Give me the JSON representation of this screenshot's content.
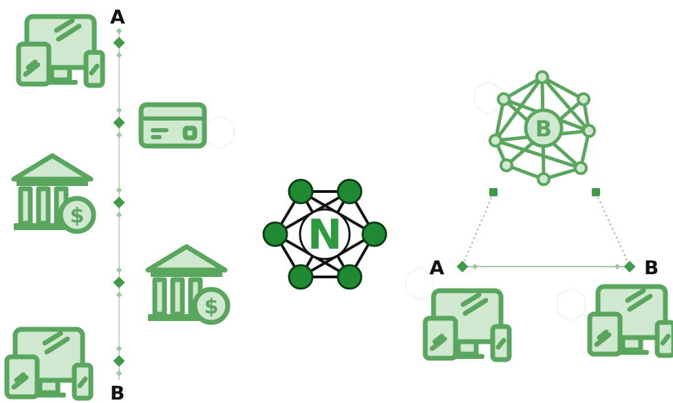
{
  "labels": {
    "left_top": "A",
    "left_bottom": "B",
    "right_a": "A",
    "right_b": "B",
    "center_node": "N",
    "btc_symbol": "B"
  },
  "colors": {
    "icon_green": "#5aa65f",
    "icon_light": "#cfe8cf",
    "node_green": "#1f8a32",
    "line_gray": "#a9c7aa"
  },
  "icons": {
    "devices": "devices-icon",
    "card": "credit-card-icon",
    "bank": "bank-dollar-icon",
    "network": "nano-network-icon",
    "blockchain": "bitcoin-network-icon"
  }
}
